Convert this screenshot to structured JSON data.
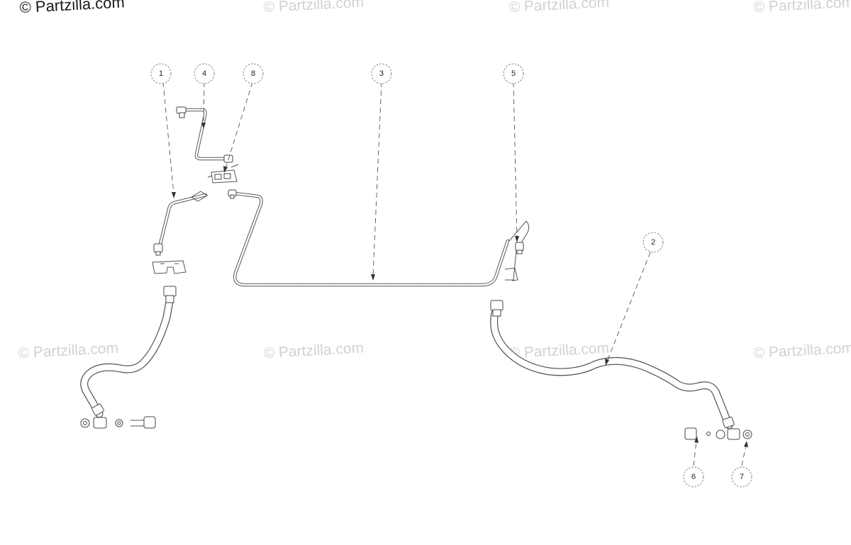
{
  "watermark": {
    "main": "© Partzilla.com",
    "text": "© Partzilla.com"
  },
  "callouts": [
    {
      "id": "callout-1",
      "label": "1"
    },
    {
      "id": "callout-4",
      "label": "4"
    },
    {
      "id": "callout-8",
      "label": "8"
    },
    {
      "id": "callout-3",
      "label": "3"
    },
    {
      "id": "callout-5",
      "label": "5"
    },
    {
      "id": "callout-2",
      "label": "2"
    },
    {
      "id": "callout-6",
      "label": "6"
    },
    {
      "id": "callout-7",
      "label": "7"
    }
  ]
}
